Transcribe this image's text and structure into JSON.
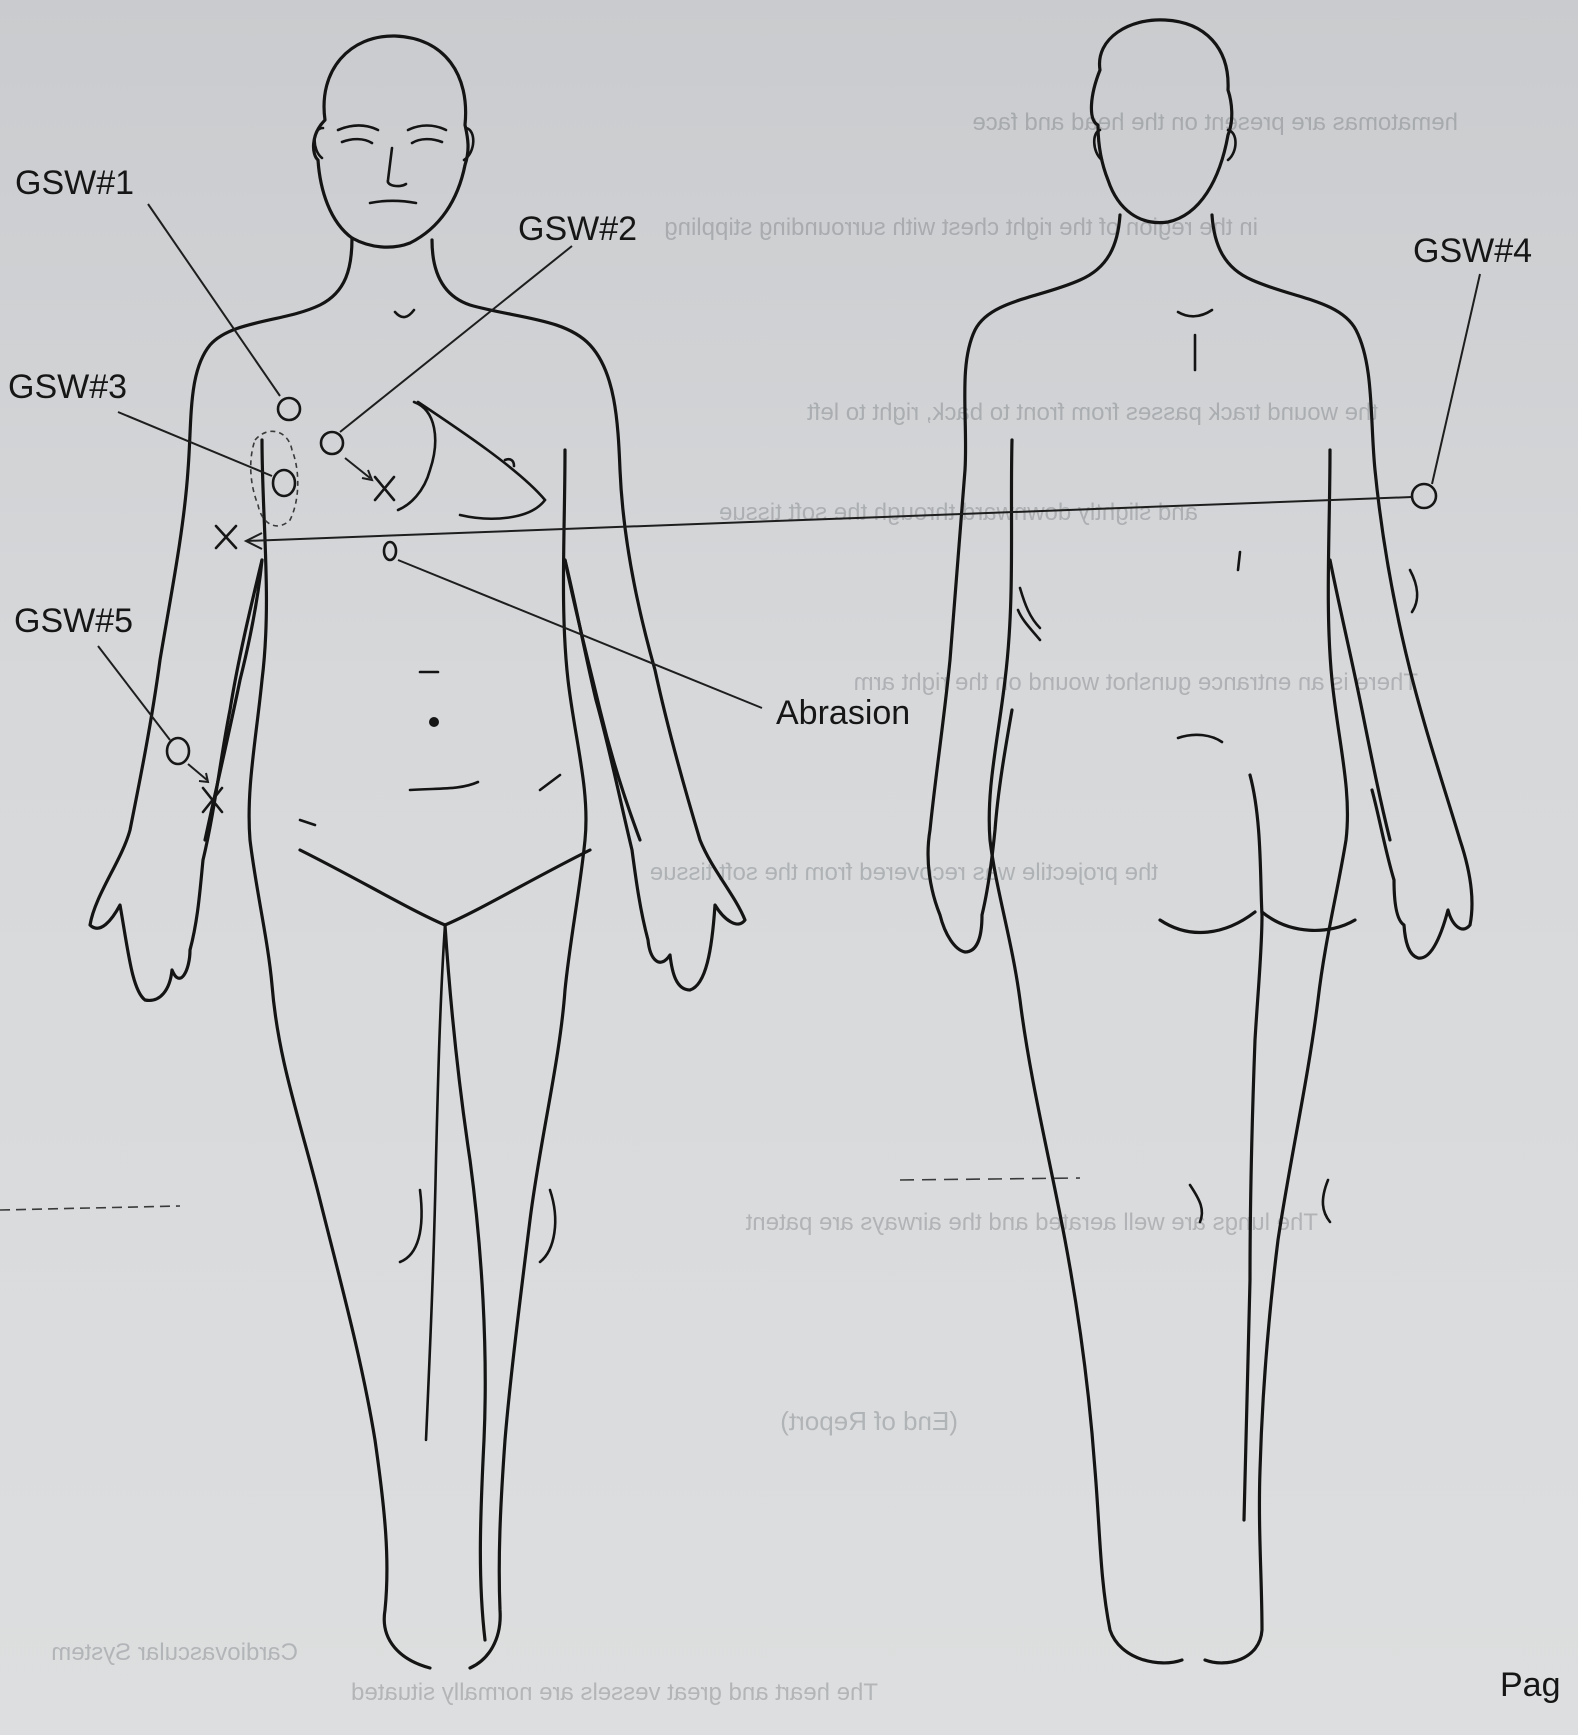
{
  "labels": {
    "gsw1": "GSW#1",
    "gsw2": "GSW#2",
    "gsw3": "GSW#3",
    "gsw4": "GSW#4",
    "gsw5": "GSW#5",
    "abrasion": "Abrasion"
  },
  "page_fragment": "Pag",
  "bleed_through_text": [
    "hematomas are present on the head and face",
    "in the region of the right chest with surrounding stippling",
    "the wound track passes from front to back, right to left",
    "and slightly downward through the soft tissue",
    "There is an entrance gunshot wound on the right arm",
    "the projectile was recovered from the soft tissue",
    "The lungs are well aerated and the airways are patent",
    "(End of Report)",
    "Cardiovascular System",
    "The heart and great vessels are normally situated"
  ],
  "colors": {
    "paper": "#d3d5d8",
    "ink": "#161616"
  }
}
